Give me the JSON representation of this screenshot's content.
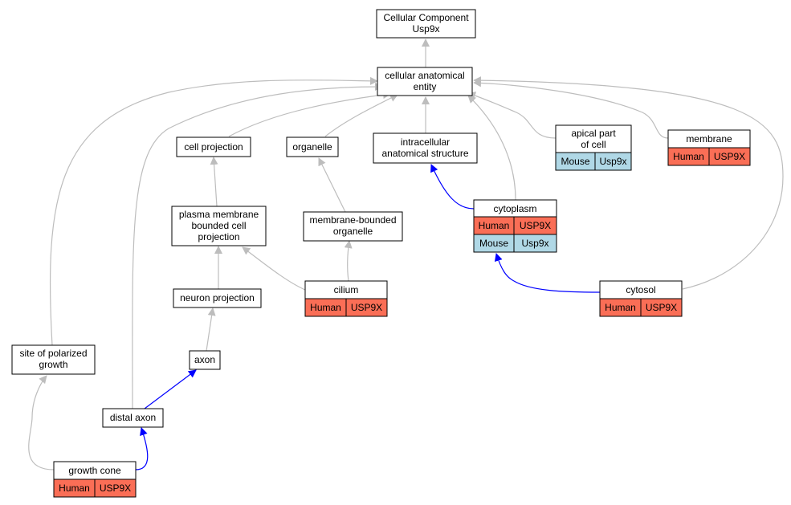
{
  "title_node": {
    "line1": "Cellular Component",
    "line2": "Usp9x"
  },
  "colors": {
    "human": "#fa6e56",
    "mouse": "#b0d8e6",
    "edge_gray": "#bdbdbd",
    "edge_blue": "#0000ff",
    "node_border": "#000000"
  },
  "nodes": {
    "cellular_anatomical_entity": {
      "line1": "cellular anatomical",
      "line2": "entity"
    },
    "cell_projection": {
      "label": "cell projection"
    },
    "organelle": {
      "label": "organelle"
    },
    "intracellular_anatomical_structure": {
      "line1": "intracellular",
      "line2": "anatomical structure"
    },
    "apical_part_of_cell": {
      "line1": "apical part",
      "line2": "of cell",
      "species": "Mouse",
      "gene": "Usp9x"
    },
    "membrane": {
      "label": "membrane",
      "species": "Human",
      "gene": "USP9X"
    },
    "plasma_membrane_bounded_cell_projection": {
      "line1": "plasma membrane",
      "line2": "bounded cell",
      "line3": "projection"
    },
    "membrane_bounded_organelle": {
      "line1": "membrane-bounded",
      "line2": "organelle"
    },
    "cytoplasm": {
      "label": "cytoplasm",
      "species1": "Human",
      "gene1": "USP9X",
      "species2": "Mouse",
      "gene2": "Usp9x"
    },
    "neuron_projection": {
      "label": "neuron projection"
    },
    "cilium": {
      "label": "cilium",
      "species": "Human",
      "gene": "USP9X"
    },
    "cytosol": {
      "label": "cytosol",
      "species": "Human",
      "gene": "USP9X"
    },
    "site_of_polarized_growth": {
      "line1": "site of polarized",
      "line2": "growth"
    },
    "axon": {
      "label": "axon"
    },
    "distal_axon": {
      "label": "distal axon"
    },
    "growth_cone": {
      "label": "growth cone",
      "species": "Human",
      "gene": "USP9X"
    }
  }
}
